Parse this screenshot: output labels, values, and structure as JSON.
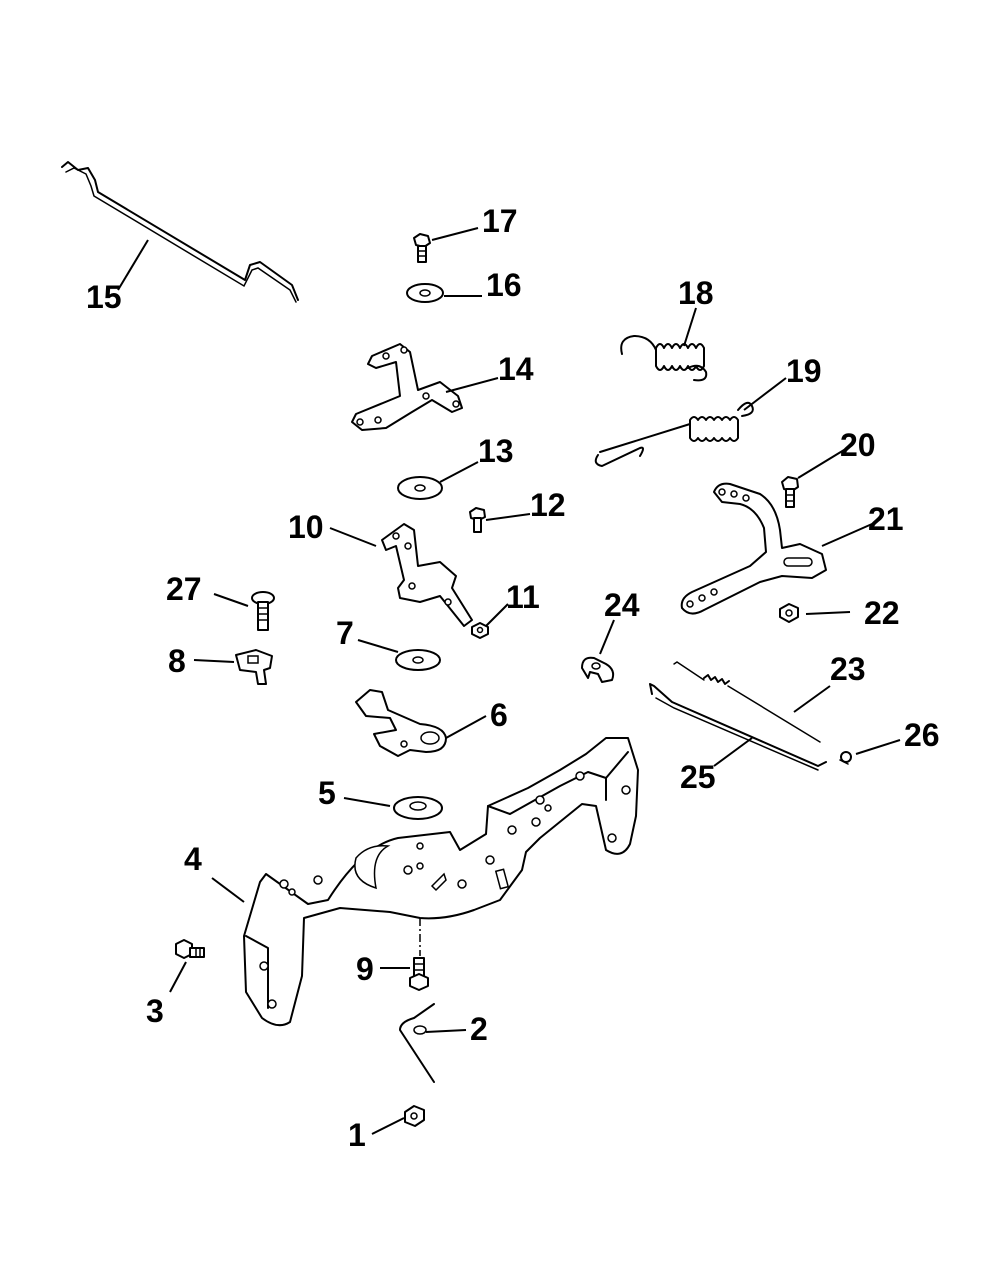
{
  "callouts": [
    {
      "id": "1",
      "label": "1"
    },
    {
      "id": "2",
      "label": "2"
    },
    {
      "id": "3",
      "label": "3"
    },
    {
      "id": "4",
      "label": "4"
    },
    {
      "id": "5",
      "label": "5"
    },
    {
      "id": "6",
      "label": "6"
    },
    {
      "id": "7",
      "label": "7"
    },
    {
      "id": "8",
      "label": "8"
    },
    {
      "id": "9",
      "label": "9"
    },
    {
      "id": "10",
      "label": "10"
    },
    {
      "id": "11",
      "label": "11"
    },
    {
      "id": "12",
      "label": "12"
    },
    {
      "id": "13",
      "label": "13"
    },
    {
      "id": "14",
      "label": "14"
    },
    {
      "id": "15",
      "label": "15"
    },
    {
      "id": "16",
      "label": "16"
    },
    {
      "id": "17",
      "label": "17"
    },
    {
      "id": "18",
      "label": "18"
    },
    {
      "id": "19",
      "label": "19"
    },
    {
      "id": "20",
      "label": "20"
    },
    {
      "id": "21",
      "label": "21"
    },
    {
      "id": "22",
      "label": "22"
    },
    {
      "id": "23",
      "label": "23"
    },
    {
      "id": "24",
      "label": "24"
    },
    {
      "id": "25",
      "label": "25"
    },
    {
      "id": "26",
      "label": "26"
    },
    {
      "id": "27",
      "label": "27"
    }
  ],
  "colors": {
    "line": "#000000",
    "background": "#ffffff"
  }
}
